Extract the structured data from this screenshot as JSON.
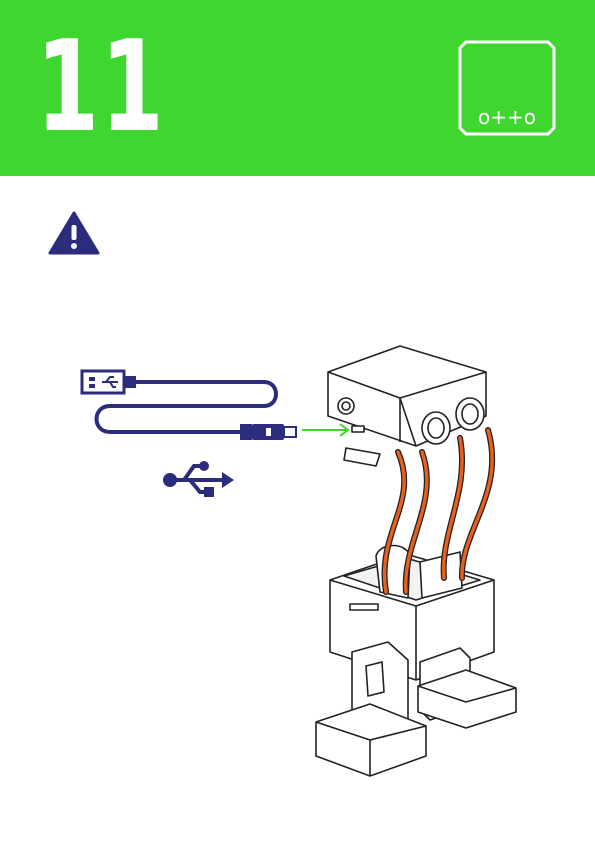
{
  "header": {
    "step_number": "11",
    "logo_text": "o++o",
    "background_color": "#3fd630"
  },
  "icons": {
    "warning": "warning-icon",
    "usb_cable": "usb-cable-icon",
    "usb_symbol": "usb-symbol-icon",
    "arrow": "arrow-right-icon",
    "robot": "otto-robot-illustration"
  },
  "colors": {
    "accent_green": "#3fd630",
    "navy": "#2b2d7c",
    "wire_orange": "#e8601c"
  }
}
